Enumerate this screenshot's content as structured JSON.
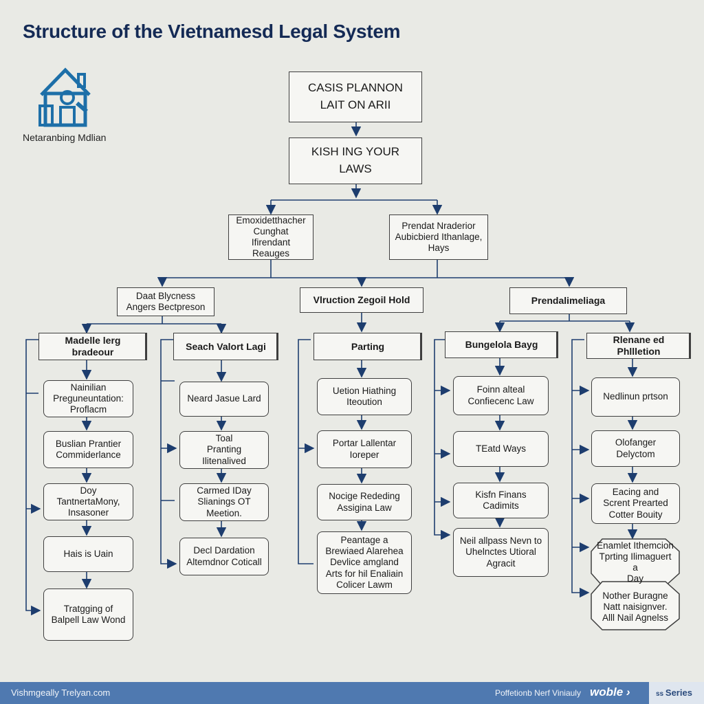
{
  "title": "Structure of the Vietnamesd Legal System",
  "logo": {
    "icon": "house-icon",
    "label": "Netaranbing Mdlian"
  },
  "colors": {
    "navy": "#142a55",
    "arrow": "#1d3d6e",
    "footer": "#4f79b0"
  },
  "top": [
    "CASIS PLANNON\nLAIT ON ARII",
    "KISH ING YOUR\nLAWS"
  ],
  "mid": [
    "Emoxidetthacher\nCunghat Ifirendant\nReauges",
    "Prendat Nraderior\nAubicbierd Ithanlage,\nHays"
  ],
  "group": [
    "Daat Blycness\nAngers Bectpreson",
    "Vlruction Zegoil Hold",
    "Prendalimeliaga"
  ],
  "columns": [
    {
      "head": "Madelle lerg bradeour",
      "items": [
        "Nainilian\nPreguneuntation:\nProflacm",
        "Buslian Prantier\nCommiderlance",
        "Doy TantnertaMony,\nInsasoner",
        "Hais is Uain",
        "Tratgging of\nBalpell Law Wond"
      ]
    },
    {
      "head": "Seach Valort Lagi",
      "items": [
        "Neard Jasue Lard",
        "Toal\nPranting Ilitenalived",
        "Carmed IDay\nSlianings OT Meetion.",
        "Decl Dardation\nAltemdnor Coticall"
      ]
    },
    {
      "head": "Parting",
      "items": [
        "Uetion Hiathing\nIteoution",
        "Portar Lallentar\nIoreper",
        "Nocige Rededing\nAssigina Law",
        "Peantage a\nBrewiaed Alarehea\nDevlice amgland\nArts for hil Enaliain\nColicer Lawm"
      ]
    },
    {
      "head": "Bungelola Bayg",
      "items": [
        "Foinn alteal\nConfiecenc Law",
        "TEatd Ways",
        "Kisfn Finans Cadimits",
        "Neil allpass Nevn to\nUhelnctes Utioral\nAgracit"
      ]
    },
    {
      "head": "Rlenane ed\nPhllletion",
      "items": [
        "Nedlinun prtson",
        "Olofanger Delyctom",
        "Eacing and\nScrent Prearted\nCotter Bouity",
        "Enamlet Ithemcion\nTprting Ilimaguert a\nDay",
        "Nother Buragne\nNatt naisignver.\nAlll Nail Agnelss"
      ]
    }
  ],
  "footer": {
    "left": "Vishmgeally Trelyan.com",
    "right": "Poffetionb Nerf Viniauly",
    "brand": "woble",
    "series": "Series"
  }
}
